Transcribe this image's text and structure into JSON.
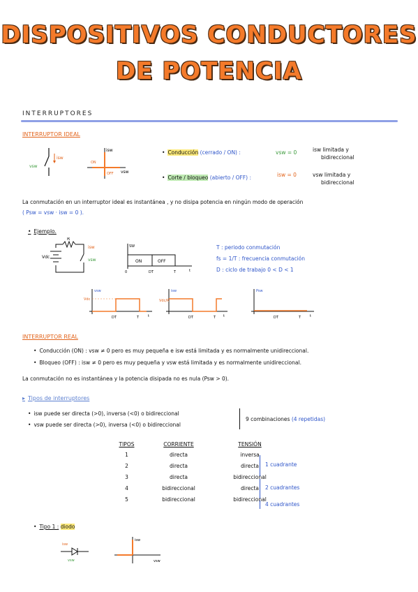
{
  "title": {
    "line1": "DISPOSITIVOS CONDUCTORES",
    "line2": "DE POTENCIA"
  },
  "section_interruptores": "INTERRUPTORES",
  "ideal": {
    "heading": "INTERRUPTOR IDEAL",
    "conduccion_label": "Conducción",
    "conduccion_state": "(cerrado / ON) :",
    "conduccion_eq": "vsw = 0",
    "conduccion_note1": "isw limitada y",
    "conduccion_note2": "bidireccional",
    "corte_label": "Corte / bloqueo",
    "corte_state": "(abierto / OFF) :",
    "corte_eq": "isw = 0",
    "corte_note1": "vsw limitada y",
    "corte_note2": "bidireccional",
    "para1": "La conmutación en un interruptor ideal es instantánea , y no disipa potencia en ningún modo de operación",
    "para1b": "( Psw = vsw · isw = 0 ).",
    "ejemplo": "Ejemplo.",
    "def_T": "T : periodo conmutación",
    "def_f": "fs = 1/T : frecuencia conmutación",
    "def_D": "D : ciclo de trabajo   0 < D < 1",
    "sw_label": "SW",
    "on_label": "ON",
    "off_label": "OFF",
    "r_label": "R",
    "vdc_label": "Vdc",
    "isw_label": "isw",
    "vsw_label": "vsw",
    "psw_label": "Psw",
    "vdc_r_label": "Vdc/R",
    "t_label": "t",
    "zero": "0",
    "dt_label": "DT",
    "T_label": "T"
  },
  "real": {
    "heading": "INTERRUPTOR REAL",
    "b1": "Conducción (ON) : vsw ≠ 0 pero es muy pequeña e isw está limitada y es normalmente unidireccional.",
    "b2": "Bloqueo (OFF) : isw ≠ 0 pero es muy pequeña y vsw está limitada y es normalmente unidireccional.",
    "para": "La conmutación no es instantánea y la potencia disipada no es nula (Psw > 0)."
  },
  "tipos": {
    "heading": "Tipos de interruptores",
    "b1": "isw puede ser directa (>0), inversa (<0) o bidireccional",
    "b2": "vsw puede ser directa (>0), inversa (<0) o bidireccional",
    "combos": "9 combinaciones",
    "repetidas": "(4 repetidas)",
    "columns": [
      "TIPOS",
      "CORRIENTE",
      "TENSIÓN"
    ],
    "rows": [
      [
        "1",
        "directa",
        "inversa"
      ],
      [
        "2",
        "directa",
        "directa"
      ],
      [
        "3",
        "directa",
        "bidireccional"
      ],
      [
        "4",
        "bidireccional",
        "directa"
      ],
      [
        "5",
        "bidireccional",
        "bidireccional"
      ]
    ],
    "q1": "1 cuadrante",
    "q2": "2 cuadrantes",
    "q4": "4 cuadrantes",
    "tipo1": "Tipo 1 :",
    "diodo": "diodo"
  },
  "colors": {
    "accent": "#f47a2a",
    "blue": "#2e55c9",
    "divider": "#8fa0e6"
  }
}
